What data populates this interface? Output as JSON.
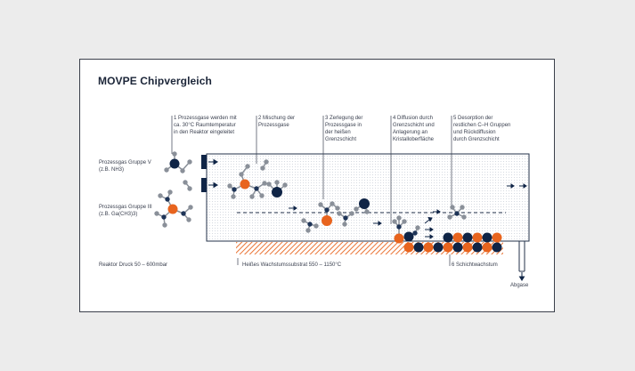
{
  "title": "MOVPE Chipvergleich",
  "inputs": [
    {
      "line1": "Prozessgas Gruppe V",
      "line2": "(z.B. NH3)"
    },
    {
      "line1": "Prozessgas Gruppe III",
      "line2": "(z.B. Ga(CH3)3)"
    }
  ],
  "pressure_label": "Reaktor Druck 50 – 600mbar",
  "substrate_label": "Heißes Wachstumssubstrat 550 – 1150°C",
  "exhaust_label": "Abgase",
  "steps": [
    {
      "num": "1",
      "text": "Prozessgase werden mit\nca. 30°C Raumtemperatur\nin den Reaktor eingeleitet"
    },
    {
      "num": "2",
      "text": "Mischung der\nProzessgase"
    },
    {
      "num": "3",
      "text": "Zerlegung der\nProzessgase in\nder heißen\nGrenzschicht"
    },
    {
      "num": "4",
      "text": "Diffusion durch\nGrenzschicht und\nAnlagerung an\nKristalloberfläche"
    },
    {
      "num": "5",
      "text": "Desorption der\nrestlichen C–H Gruppen\nund Rückdiffusion\ndurch Grenzschicht"
    },
    {
      "num": "6",
      "text": "Schichtwachstum"
    }
  ],
  "colors": {
    "navy": "#0f2446",
    "orange": "#e8641e",
    "grey": "#8a9099",
    "dots": "#c9ced6"
  }
}
